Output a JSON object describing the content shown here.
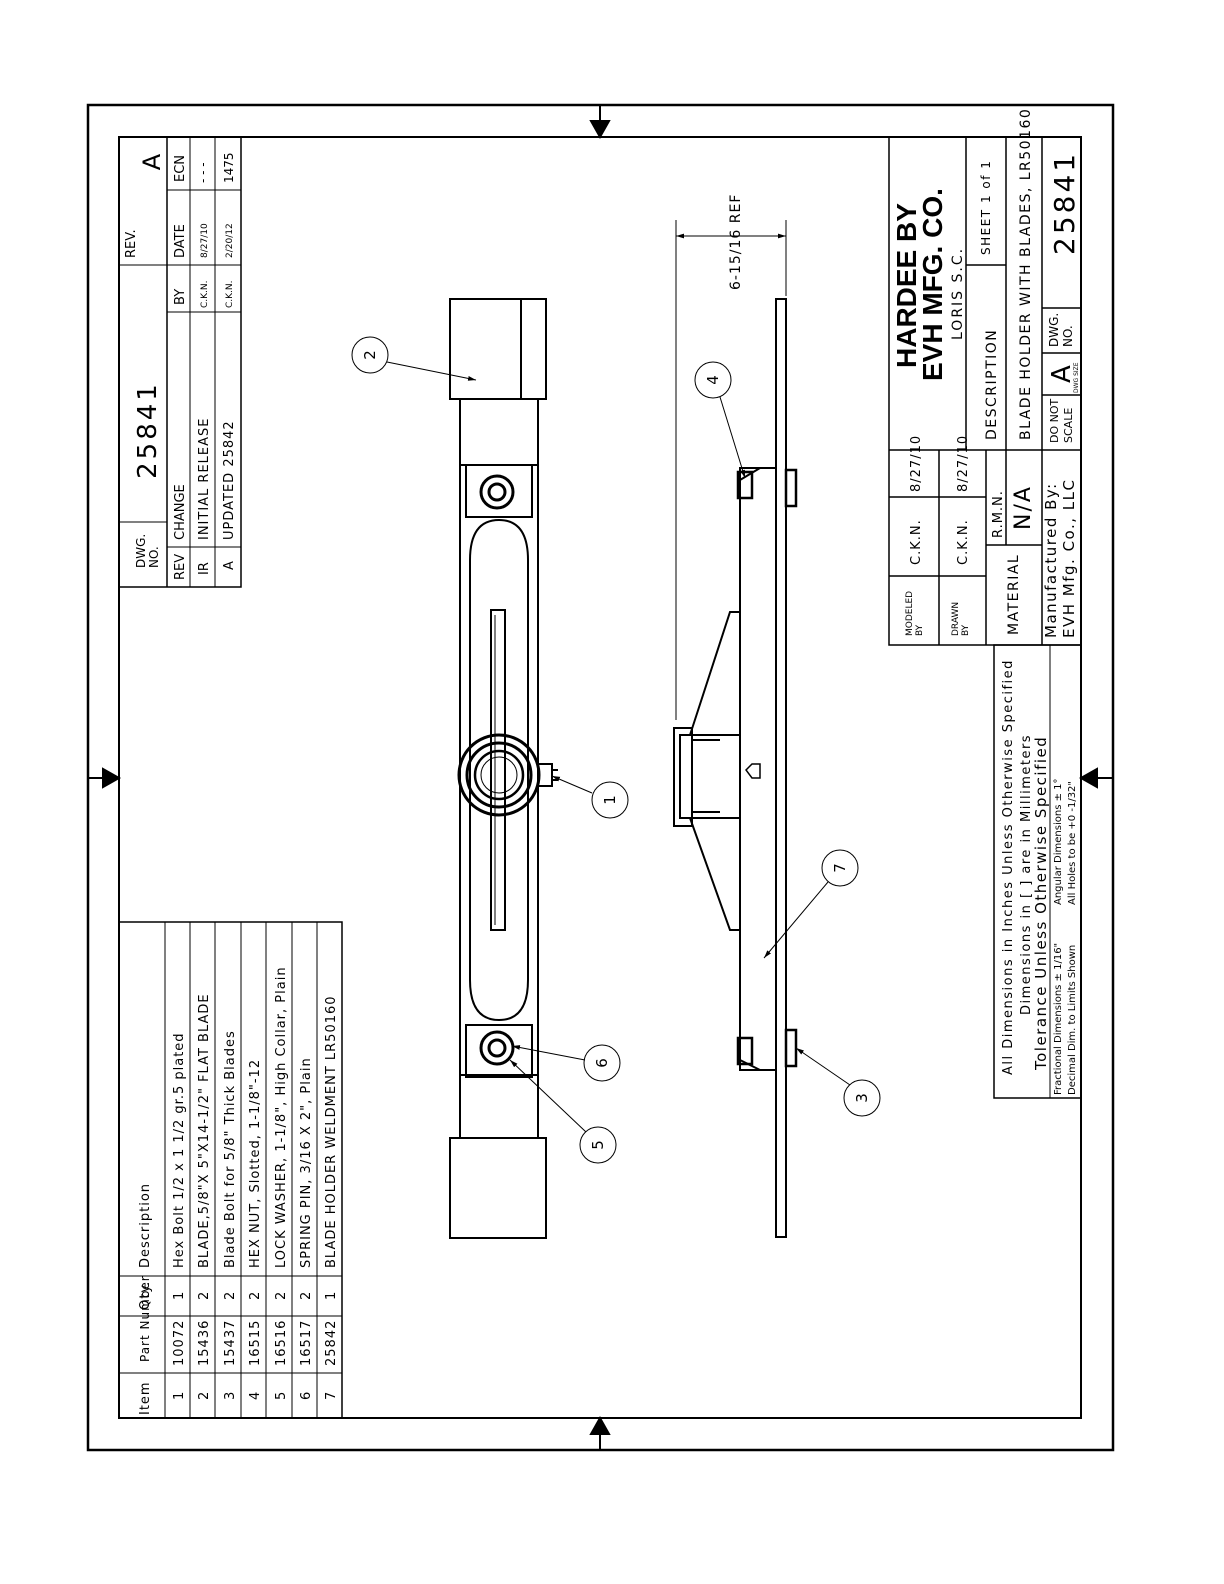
{
  "revision_block": {
    "dwg_no_label": "DWG.\nNO.",
    "dwg_no": "25841",
    "rev_label": "REV.",
    "rev": "A",
    "headers": [
      "REV",
      "CHANGE",
      "BY",
      "DATE",
      "ECN"
    ],
    "rows": [
      {
        "rev": "IR",
        "change": "INITIAL RELEASE",
        "by": "C.K.N.",
        "date": "8/27/10",
        "ecn": "- - -"
      },
      {
        "rev": "A",
        "change": "UPDATED 25842",
        "by": "C.K.N.",
        "date": "2/20/12",
        "ecn": "1475"
      }
    ]
  },
  "bom": {
    "headers": [
      "Item",
      "Part Number",
      "Qty.",
      "Description"
    ],
    "rows": [
      {
        "item": "1",
        "part": "10072",
        "qty": "1",
        "desc": "Hex Bolt 1/2 x 1 1/2 gr.5 plated"
      },
      {
        "item": "2",
        "part": "15436",
        "qty": "2",
        "desc": "BLADE,5/8\"X 5\"X14-1/2\" FLAT BLADE"
      },
      {
        "item": "3",
        "part": "15437",
        "qty": "2",
        "desc": "Blade Bolt for 5/8\" Thick Blades"
      },
      {
        "item": "4",
        "part": "16515",
        "qty": "2",
        "desc": "HEX NUT, Slotted, 1-1/8\"-12"
      },
      {
        "item": "5",
        "part": "16516",
        "qty": "2",
        "desc": "LOCK WASHER, 1-1/8\", High Collar, Plain"
      },
      {
        "item": "6",
        "part": "16517",
        "qty": "2",
        "desc": "SPRING PIN, 3/16 X 2\", Plain"
      },
      {
        "item": "7",
        "part": "25842",
        "qty": "1",
        "desc": "BLADE HOLDER WELDMENT LR50160"
      }
    ]
  },
  "dimension": "6-15/16 REF",
  "balloons": [
    "1",
    "2",
    "3",
    "4",
    "5",
    "6",
    "7"
  ],
  "notes": {
    "line1": "All Dimensions in Inches Unless Otherwise Specified",
    "line2": "Dimensions in [ ] are in Millimeters",
    "line3": "Tolerance Unless Otherwise Specified",
    "frac": "Fractional Dimensions ± 1/16\"",
    "ang": "Angular Dimensions ± 1°",
    "dec": "Decimal Dim. to Limits Shown",
    "holes": "All Holes to be +0 -1/32\""
  },
  "title_block": {
    "company1": "HARDEE BY",
    "company2": "EVH MFG. CO.",
    "location": "LORIS S.C.",
    "modeled_by_label": "MODELED BY",
    "modeled_by": "C.K.N.",
    "modeled_date": "8/27/10",
    "drawn_by_label": "DRAWN BY",
    "drawn_by": "C.K.N.",
    "drawn_date": "8/27/10",
    "rmn_label": "R.M.N.",
    "rmn": "N/A",
    "material_label": "MATERIAL",
    "description_label": "DESCRIPTION",
    "description": "BLADE HOLDER WITH BLADES, LR50160",
    "sheet": "SHEET 1 of 1",
    "mfg1": "Manufactured By:",
    "mfg2": "EVH Mfg. Co., LLC",
    "do_not_scale": "DO NOT\nSCALE",
    "dwg_size": "A",
    "dwg_size_label": "DWG SIZE",
    "dwg_no_label": "DWG.\nNO.",
    "dwg_no": "25841"
  }
}
